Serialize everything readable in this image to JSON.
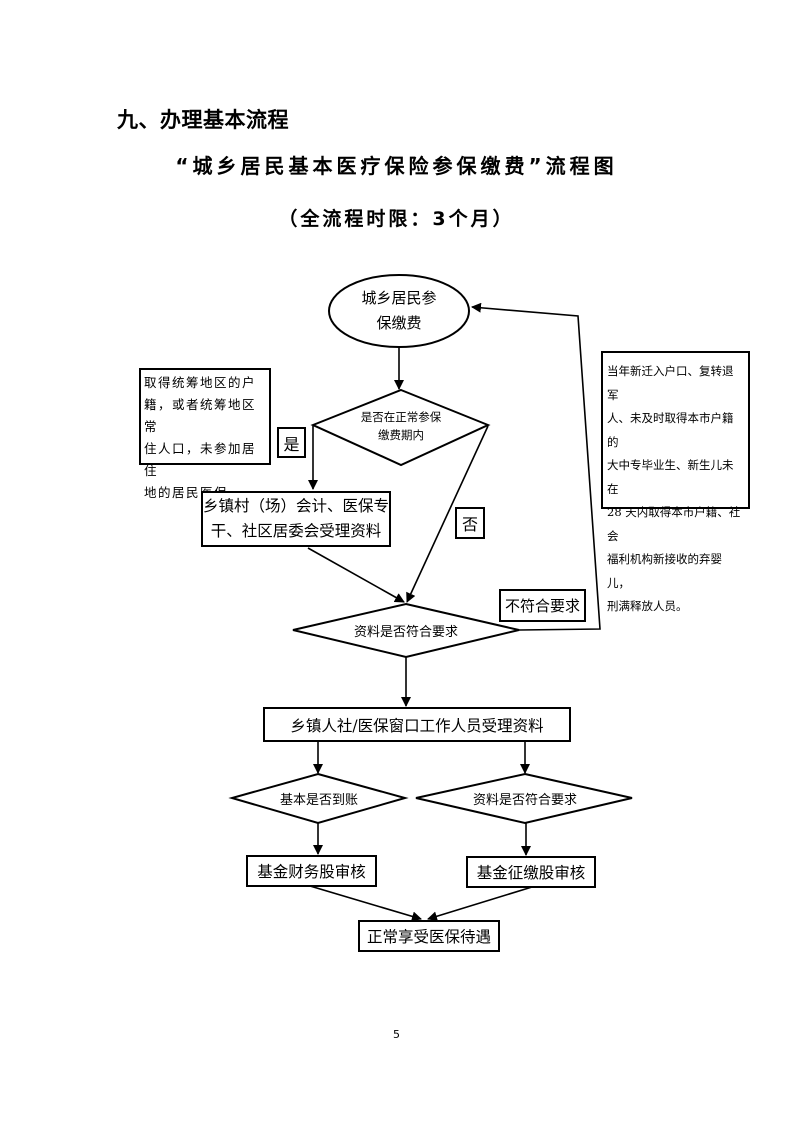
{
  "section_title": "九、办理基本流程",
  "title": "“城乡居民基本医疗保险参保缴费”流程图",
  "subtitle": "（全流程时限：3个月）",
  "nodes": {
    "start": {
      "line1": "城乡居民参",
      "line2": "保缴费"
    },
    "decision_period": {
      "line1": "是否在正常参保",
      "line2": "缴费期内"
    },
    "process_village": {
      "line1": "乡镇村（场）会计、医保专",
      "line2": "干、社区居委会受理资料"
    },
    "decision_docs": "资料是否符合要求",
    "process_window": "乡镇人社/医保窗口工作人员受理资料",
    "decision_paid": "基本是否到账",
    "decision_docs2": "资料是否符合要求",
    "process_finance": "基金财务股审核",
    "process_collect": "基金征缴股审核",
    "end": "正常享受医保待遇"
  },
  "edge_labels": {
    "yes": "是",
    "no": "否",
    "not_meet": "不符合要求"
  },
  "notes": {
    "left": [
      "取得统筹地区的户",
      "籍，或者统筹地区常",
      "住人口，未参加居住",
      "地的居民医保。"
    ],
    "right": [
      "当年新迁入户口、复转退军",
      "人、未及时取得本市户籍的",
      "大中专毕业生、新生儿未在",
      "28 天内取得本市户籍、社会",
      "福利机构新接收的弃婴儿，",
      "刑满释放人员。"
    ]
  },
  "page_number": "5"
}
